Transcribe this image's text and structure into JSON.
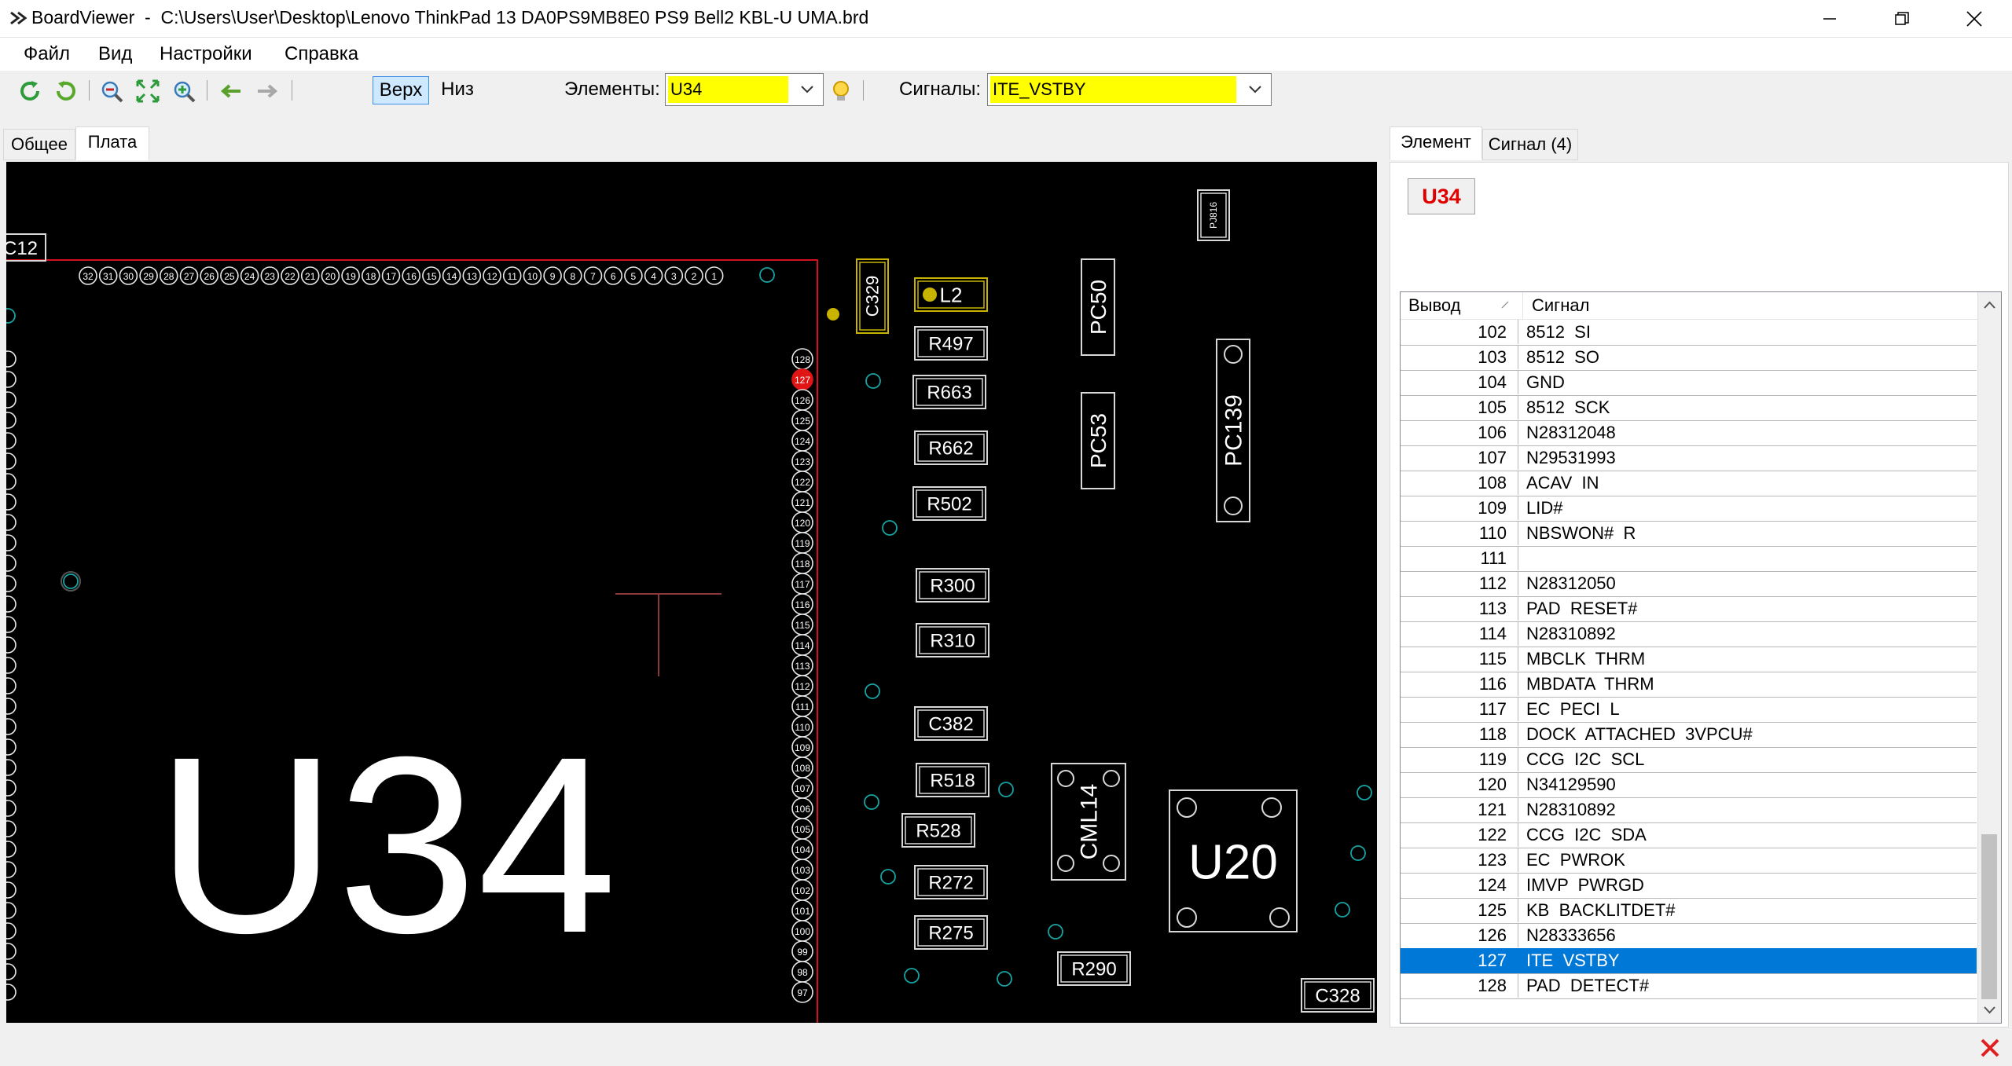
{
  "window": {
    "title": "BoardViewer  -  C:\\Users\\User\\Desktop\\Lenovo ThinkPad 13 DA0PS9MB8E0 PS9 Bell2 KBL-U UMA.brd"
  },
  "menu": [
    "Файл",
    "Вид",
    "Настройки",
    "Справка"
  ],
  "toolbar": {
    "top_label": "Верх",
    "bottom_label": "Низ",
    "elements_label": "Элементы:",
    "elements_value": "U34",
    "signals_label": "Сигналы:",
    "signals_value": "ITE_VSTBY"
  },
  "left_tabs": [
    "Общее",
    "Плата"
  ],
  "right_tabs": [
    "Элемент",
    "Сигнал (4)"
  ],
  "board": {
    "main_label": "U34",
    "top_pins": [
      "32",
      "31",
      "30",
      "29",
      "28",
      "27",
      "26",
      "25",
      "24",
      "23",
      "22",
      "21",
      "20",
      "19",
      "18",
      "17",
      "16",
      "15",
      "14",
      "13",
      "12",
      "11",
      "10",
      "9",
      "8",
      "7",
      "6",
      "5",
      "4",
      "3",
      "2",
      "1"
    ],
    "right_pins": [
      "128",
      "127",
      "126",
      "125",
      "124",
      "123",
      "122",
      "121",
      "120",
      "119",
      "118",
      "117",
      "116",
      "115",
      "114",
      "113",
      "112",
      "111",
      "110",
      "109",
      "108",
      "107",
      "106",
      "105",
      "104",
      "103",
      "102",
      "101",
      "100",
      "99",
      "98",
      "97"
    ],
    "highlighted_pin": "127",
    "components": {
      "c12": "C12",
      "c329": "C329",
      "l2": "L2",
      "r497": "R497",
      "r663": "R663",
      "r662": "R662",
      "r502": "R502",
      "r300": "R300",
      "r310": "R310",
      "c382": "C382",
      "r518": "R518",
      "r528": "R528",
      "r272": "R272",
      "r275": "R275",
      "r290": "R290",
      "pc50": "PC50",
      "pc53": "PC53",
      "pc139": "PC139",
      "pj": "PJ816",
      "cml14": "CML14",
      "u20": "U20",
      "c328": "C328"
    }
  },
  "element_panel": {
    "selected": "U34",
    "columns": [
      "Вывод",
      "Сигнал"
    ],
    "rows": [
      {
        "pin": "102",
        "signal": "8512  SI"
      },
      {
        "pin": "103",
        "signal": "8512  SO"
      },
      {
        "pin": "104",
        "signal": "GND"
      },
      {
        "pin": "105",
        "signal": "8512  SCK"
      },
      {
        "pin": "106",
        "signal": "N28312048"
      },
      {
        "pin": "107",
        "signal": "N29531993"
      },
      {
        "pin": "108",
        "signal": "ACAV  IN"
      },
      {
        "pin": "109",
        "signal": "LID#"
      },
      {
        "pin": "110",
        "signal": "NBSWON#  R"
      },
      {
        "pin": "111",
        "signal": ""
      },
      {
        "pin": "112",
        "signal": "N28312050"
      },
      {
        "pin": "113",
        "signal": "PAD  RESET#"
      },
      {
        "pin": "114",
        "signal": "N28310892"
      },
      {
        "pin": "115",
        "signal": "MBCLK  THRM"
      },
      {
        "pin": "116",
        "signal": "MBDATA  THRM"
      },
      {
        "pin": "117",
        "signal": "EC  PECI  L"
      },
      {
        "pin": "118",
        "signal": "DOCK  ATTACHED  3VPCU#"
      },
      {
        "pin": "119",
        "signal": "CCG  I2C  SCL"
      },
      {
        "pin": "120",
        "signal": "N34129590"
      },
      {
        "pin": "121",
        "signal": "N28310892"
      },
      {
        "pin": "122",
        "signal": "CCG  I2C  SDA"
      },
      {
        "pin": "123",
        "signal": "EC  PWROK"
      },
      {
        "pin": "124",
        "signal": "IMVP  PWRGD"
      },
      {
        "pin": "125",
        "signal": "KB  BACKLITDET#"
      },
      {
        "pin": "126",
        "signal": "N28333656"
      },
      {
        "pin": "127",
        "signal": "ITE  VSTBY"
      },
      {
        "pin": "128",
        "signal": "PAD  DETECT#"
      }
    ],
    "selected_pin": "127"
  },
  "icons": {
    "refresh": "refresh-icon",
    "reload": "reload-icon",
    "zoom_out": "zoom-out-icon",
    "fit": "fit-icon",
    "zoom_in": "zoom-in-icon",
    "back": "arrow-left-icon",
    "forward": "arrow-right-icon",
    "bulb": "lightbulb-icon",
    "close_status": "close-icon"
  },
  "colors": {
    "highlight": "#ffff00",
    "selection": "#0078d7",
    "board_outline": "#d41020",
    "net_highlight": "#c8b400",
    "pin_teal": "#17a3a3"
  }
}
